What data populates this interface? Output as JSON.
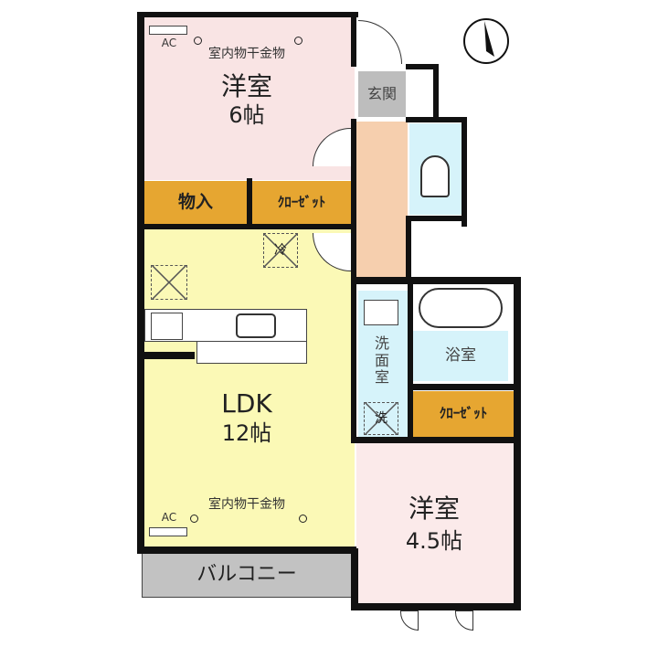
{
  "rooms": {
    "western_room_1": {
      "name": "洋室",
      "size": "6帖",
      "ac": "AC",
      "drying_hook": "室内物干金物"
    },
    "storage": "物入",
    "closet_1": "ｸﾛｰｾﾞｯﾄ",
    "ldk": {
      "name": "LDK",
      "size": "12帖",
      "ac": "AC",
      "drying_hook": "室内物干金物",
      "fridge": "冷"
    },
    "balcony": "バルコニー",
    "entrance": "玄関",
    "washroom": {
      "name": "洗\n面\n室",
      "washer": "洗"
    },
    "bathroom": "浴室",
    "closet_2": "ｸﾛｰｾﾞｯﾄ",
    "western_room_2": {
      "name": "洋室",
      "size": "4.5帖"
    }
  },
  "compass": "north-arrow-icon",
  "colors": {
    "western_room": "#f9e4e4",
    "ldk": "#fbf9b6",
    "closet": "#e6a631",
    "hallway": "#f6cfae",
    "wet_area": "#d6f3fa",
    "entrance": "#bdbdbd",
    "balcony": "#c2c2c2"
  }
}
